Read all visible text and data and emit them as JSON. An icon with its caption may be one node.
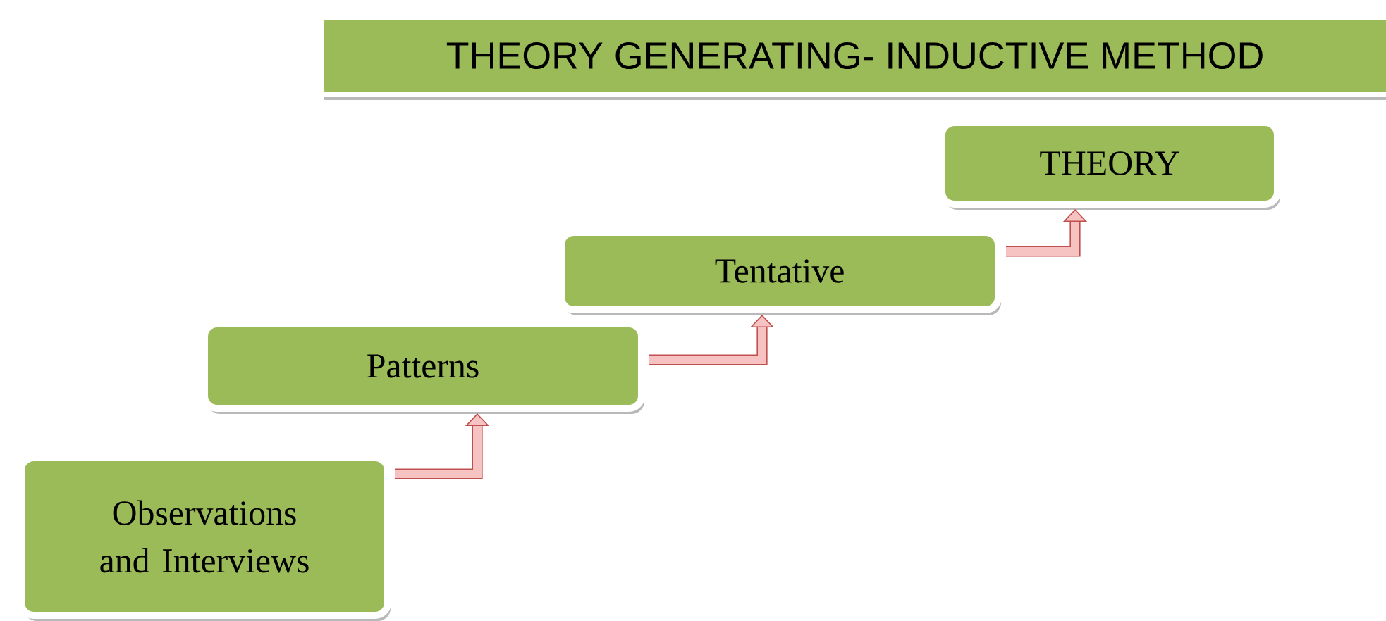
{
  "diagram": {
    "title": "THEORY GENERATING- INDUCTIVE METHOD",
    "nodes": [
      {
        "text": [
          "Observations and Interviews"
        ]
      },
      {
        "text": [
          "Patterns"
        ]
      },
      {
        "text": [
          "Tentative"
        ]
      },
      {
        "text": [
          "THEORY"
        ]
      }
    ],
    "edges": [
      {
        "from": 0,
        "to": 1,
        "arrow": "to"
      },
      {
        "from": 1,
        "to": 2,
        "arrow": "to"
      },
      {
        "from": 2,
        "to": 3,
        "arrow": "to"
      }
    ]
  }
}
